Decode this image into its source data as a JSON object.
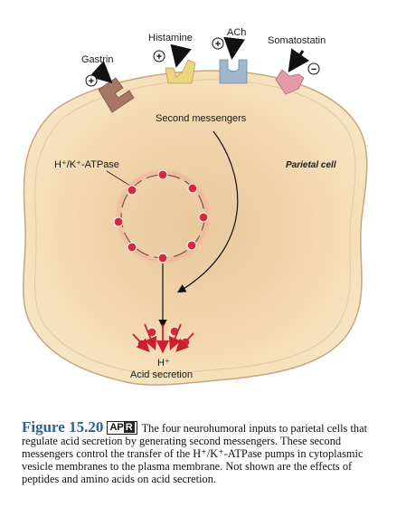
{
  "diagram": {
    "receptor_labels": {
      "gastrin": "Gastrin",
      "histamine": "Histamine",
      "ach": "ACh",
      "somatostatin": "Somatostatin"
    },
    "signs": {
      "stimulatory": "+",
      "inhibitory": "−"
    },
    "second_messengers": "Second messengers",
    "atpase": "H⁺/K⁺-ATPase",
    "cell": "Parietal cell",
    "proton": "H⁺",
    "acid_secretion": "Acid secretion",
    "colors": {
      "cell_fill": "#f6dfb8",
      "cell_edge": "#c8a67a",
      "gastrin_receptor": "#a77665",
      "histamine_receptor": "#ecd57e",
      "ach_receptor": "#9fb6ce",
      "somatostatin_receptor": "#e59aa8",
      "pump_red": "#d9283a"
    }
  },
  "caption": {
    "figure_label": "Figure 15.20",
    "badge_left": "AP",
    "badge_right": "R",
    "text": "The four neurohumoral inputs to parietal cells that regulate acid secretion by generating second messengers. These second messengers control the transfer of the H⁺/K⁺-ATPase pumps in cytoplasmic vesicle membranes to the plasma membrane. Not shown are the effects of peptides and amino acids on acid secretion."
  }
}
